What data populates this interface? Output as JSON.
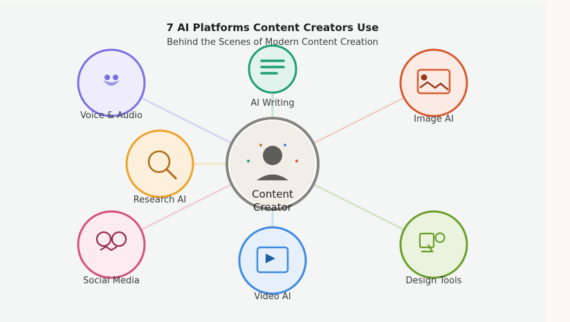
{
  "title": "7 AI Platforms Content Creators Use",
  "subtitle": "Behind the Scenes of Modern Content Creation",
  "center": {
    "line1": "Content",
    "line2": "Creator",
    "stroke": "#85847f",
    "fill": "#f1eee8",
    "icon": "person-icon"
  },
  "nodes": [
    {
      "label": "Voice & Audio",
      "stroke": "#7b6fe0",
      "fill": "#efedfc",
      "icon": "voice-icon"
    },
    {
      "label": "AI Writing",
      "stroke": "#1e9e74",
      "fill": "#e1f3ec",
      "icon": "text-lines-icon"
    },
    {
      "label": "Image AI",
      "stroke": "#d75a30",
      "fill": "#fbebe5",
      "icon": "image-icon"
    },
    {
      "label": "Research AI",
      "stroke": "#eda22a",
      "fill": "#fcefdb",
      "icon": "magnifier-icon"
    },
    {
      "label": "Social Media",
      "stroke": "#d5507c",
      "fill": "#fcebf0",
      "icon": "chat-bubbles-icon"
    },
    {
      "label": "Video AI",
      "stroke": "#3d8ae0",
      "fill": "#e6f0fb",
      "icon": "play-icon"
    },
    {
      "label": "Design Tools",
      "stroke": "#6a9e2a",
      "fill": "#eaf3de",
      "icon": "design-icon"
    }
  ]
}
